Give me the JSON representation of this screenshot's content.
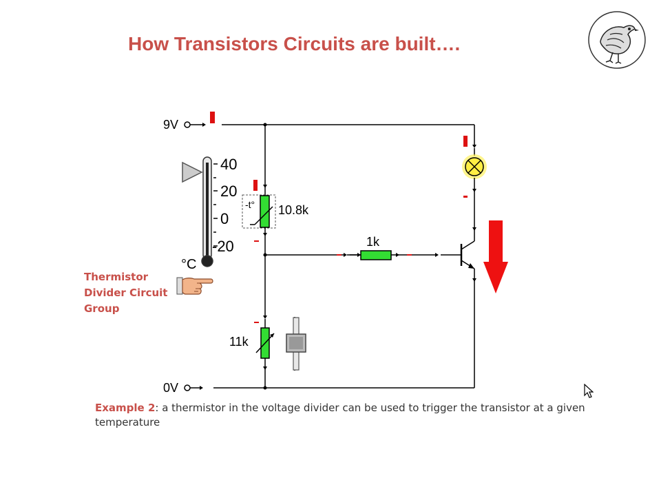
{
  "title": "How Transistors Circuits are built….",
  "logo": {
    "icon": "pigeon-logo-icon"
  },
  "circuit": {
    "rail_top_label": "9V",
    "rail_bottom_label": "0V",
    "thermistor_value": "10.8k",
    "base_resistor_value": "1k",
    "variable_resistor_value": "11k",
    "thermometer": {
      "scale": [
        "40",
        "20",
        "0",
        "-20"
      ],
      "unit": "°C"
    },
    "colors": {
      "wire": "#000000",
      "component_fill": "#33dd33",
      "indicator": "#dd1111",
      "lamp_glow": "#ffee44",
      "arrow": "#ee1111"
    }
  },
  "group_label": {
    "lines": [
      "Thermistor",
      "Divider Circuit",
      "Group"
    ]
  },
  "caption": {
    "lead": "Example 2",
    "text": ": a thermistor in the voltage divider can be used to trigger the transistor at a given temperature"
  }
}
